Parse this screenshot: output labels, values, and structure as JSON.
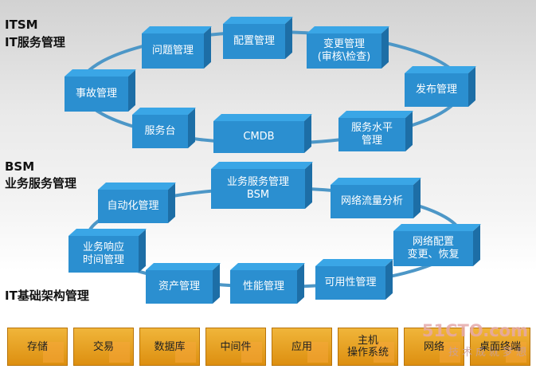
{
  "itsm": {
    "title": "ITSM",
    "subtitle": "IT服务管理",
    "boxes": {
      "problem": "问题管理",
      "config": "配置管理",
      "change": "变更管理\n(审核\\检查)",
      "release": "发布管理",
      "incident": "事故管理",
      "servicedesk": "服务台",
      "cmdb": "CMDB",
      "sla": "服务水平\n管理"
    }
  },
  "bsm": {
    "title": "BSM",
    "subtitle": "业务服务管理",
    "boxes": {
      "bsm_core": "业务服务管理\nBSM",
      "automation": "自动化管理",
      "traffic": "网络流量分析",
      "response": "业务响应\n时间管理",
      "netconfig": "网络配置\n变更、恢复",
      "asset": "资产管理",
      "performance": "性能管理",
      "availability": "可用性管理"
    }
  },
  "infra": {
    "title": "IT基础架构管理",
    "tiles": [
      "存储",
      "交易",
      "数据库",
      "中间件",
      "应用",
      "主机\n操作系统",
      "网络",
      "桌面终端"
    ]
  },
  "watermark": {
    "main": "51CTO.com",
    "sub": "技术成就梦想"
  },
  "colors": {
    "box": "#2b8fd0",
    "tile": "#e89e1f",
    "ring": "#4d97c7"
  }
}
